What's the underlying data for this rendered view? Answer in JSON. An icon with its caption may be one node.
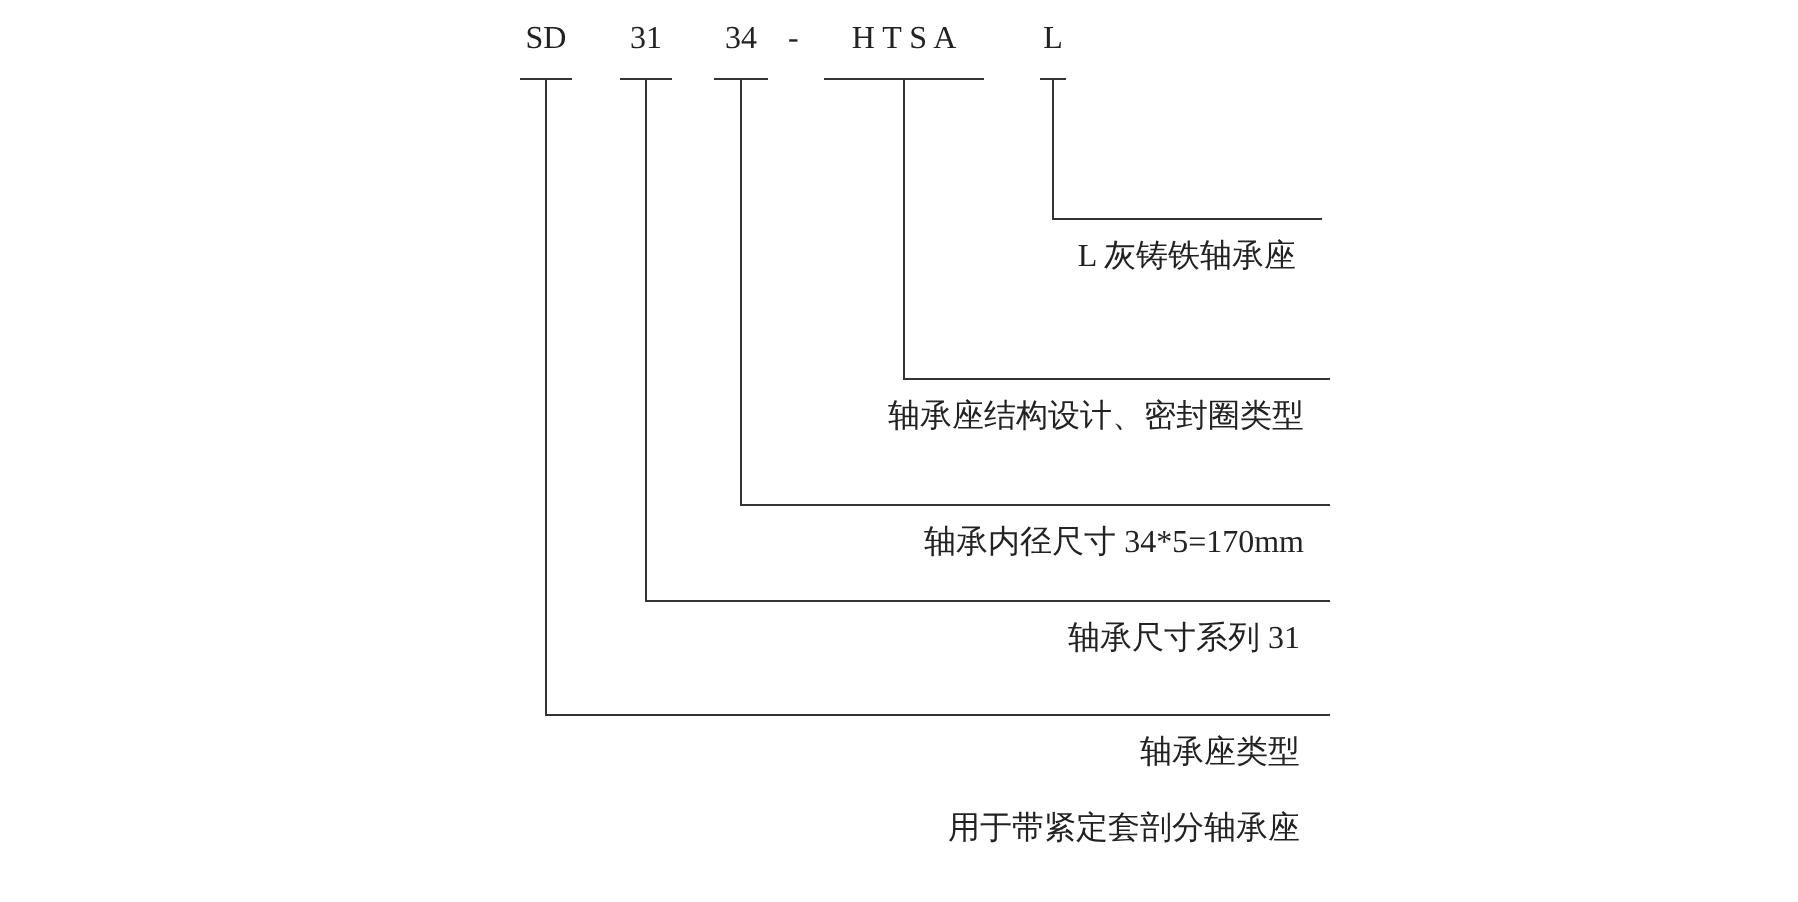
{
  "diagram": {
    "nodes": [
      {
        "text": [
          "SD"
        ]
      },
      {
        "text": [
          "31"
        ]
      },
      {
        "text": [
          "34"
        ]
      },
      {
        "text": [
          "H T S A"
        ]
      },
      {
        "text": [
          "L"
        ]
      },
      {
        "text": [
          "L 灰铸铁轴承座"
        ]
      },
      {
        "text": [
          "轴承座结构设计、密封圈类型"
        ]
      },
      {
        "text": [
          "轴承内径尺寸 34*5=170mm"
        ]
      },
      {
        "text": [
          "轴承尺寸系列 31"
        ]
      },
      {
        "text": [
          "轴承座类型",
          "用于带紧定套剖分轴承座"
        ]
      }
    ],
    "edges": [
      {
        "from": 0,
        "to": 9,
        "arrow": "none"
      },
      {
        "from": 1,
        "to": 8,
        "arrow": "none"
      },
      {
        "from": 2,
        "to": 7,
        "arrow": "none"
      },
      {
        "from": 3,
        "to": 6,
        "arrow": "none"
      },
      {
        "from": 4,
        "to": 5,
        "arrow": "none"
      }
    ],
    "labels": [
      "-"
    ]
  }
}
